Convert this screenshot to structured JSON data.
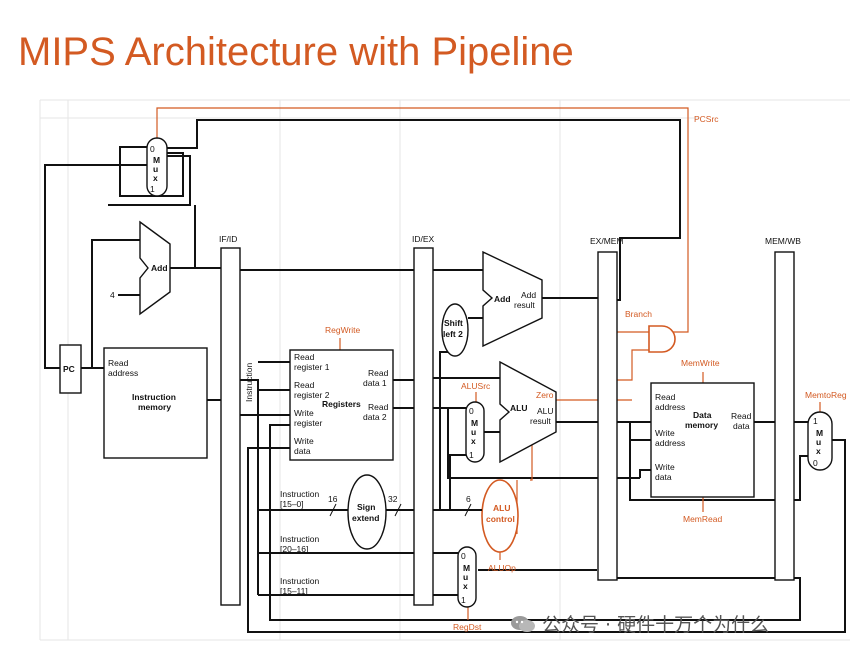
{
  "title": "MIPS Architecture with Pipeline",
  "stages": {
    "if_id": "IF/ID",
    "id_ex": "ID/EX",
    "ex_mem": "EX/MEM",
    "mem_wb": "MEM/WB"
  },
  "blocks": {
    "pc": "PC",
    "add": "Add",
    "add_const": "4",
    "instr_mem": {
      "read_address": [
        "Read",
        "address"
      ],
      "name": [
        "Instruction",
        "memory"
      ]
    },
    "instruction_bus": "Instruction",
    "registers": {
      "name": "Registers",
      "read_reg1": [
        "Read",
        "register 1"
      ],
      "read_reg2": [
        "Read",
        "register 2"
      ],
      "write_reg": [
        "Write",
        "register"
      ],
      "write_data": [
        "Write",
        "data"
      ],
      "read_data1": [
        "Read",
        "data 1"
      ],
      "read_data2": [
        "Read",
        "data 2"
      ]
    },
    "sign_extend": [
      "Sign",
      "extend"
    ],
    "shift_left": [
      "Shift",
      "left 2"
    ],
    "add2": "Add",
    "add_result": [
      "Add",
      "result"
    ],
    "alu": "ALU",
    "alu_result": [
      "ALU",
      "result"
    ],
    "zero": "Zero",
    "alu_control": [
      "ALU",
      "control"
    ],
    "data_mem": {
      "name": [
        "Data",
        "memory"
      ],
      "read_address": [
        "Read",
        "address"
      ],
      "write_address": [
        "Write",
        "address"
      ],
      "write_data": [
        "Write",
        "data"
      ],
      "read_data": [
        "Read",
        "data"
      ]
    },
    "mux_letters": [
      "M",
      "u",
      "x"
    ]
  },
  "fields": {
    "instr_15_0": [
      "Instruction",
      "[15–0]"
    ],
    "instr_20_16": [
      "Instruction",
      "[20–16]"
    ],
    "instr_15_11": [
      "Instruction",
      "[15–11]"
    ],
    "w16": "16",
    "w32": "32",
    "w6": "6"
  },
  "mux_inputs": {
    "zero": "0",
    "one": "1"
  },
  "control": {
    "pcsrc": "PCSrc",
    "regwrite": "RegWrite",
    "alusrc": "ALUSrc",
    "branch": "Branch",
    "memwrite": "MemWrite",
    "memread": "MemRead",
    "memtoreg": "MemtoReg",
    "aluop": "ALUOp",
    "regdst": "RegDst"
  },
  "watermark": "公众号 · 硬件十万个为什么",
  "colors": {
    "title": "#d35a22",
    "control": "#d35a22",
    "wire": "#111111",
    "grid": "#e4e4e4"
  }
}
